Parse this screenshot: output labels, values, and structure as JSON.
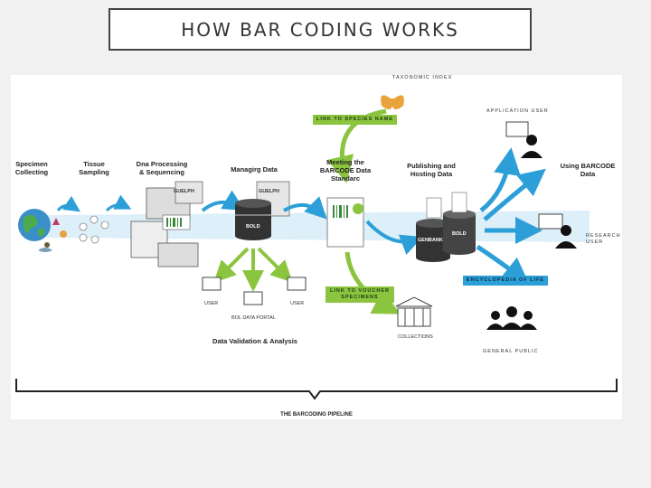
{
  "slide": {
    "title": "HOW BAR CODING WORKS"
  },
  "stages": {
    "specimen": "Specimen Collecting",
    "tissue": "Tissue Sampling",
    "dna": "Dna Processing & Sequencing",
    "managing": "Managirg Data",
    "meeting": "Meeting the BARCODE Data Standarc",
    "publishing": "Publishing and Hosting Data",
    "using": "Using BARCODE Data"
  },
  "labels": {
    "taxonomic_index": "TAXONOMIC INDEX",
    "link_species": "LINK TO SPECIES NAME",
    "application_user": "APPLICATION USER",
    "research_user": "RESEARCH USER",
    "encyclopedia": "ENCYCLOPEDIA OF LIFE",
    "link_voucher": "LINK TO VOUCHER SPECIMENS",
    "collections": "COLLECTIONS",
    "general_public": "GENERAL PUBLIC",
    "guelph_1": "GUELPH",
    "guelph_2": "GUELPH",
    "bold_1": "BOLD",
    "bold_2": "BOLD",
    "genbank": "GENBANK",
    "user_1": "USER",
    "user_2": "USER",
    "bol_portal": "BOL DATA PORTAL",
    "validation": "Data Validation & Analysis",
    "pipeline": "THE BARCODING PIPELINE"
  },
  "colors": {
    "blue": "#2d9fd8",
    "green": "#8bc53f",
    "dark": "#1a1a1a",
    "beam": "#cfe8f5"
  }
}
